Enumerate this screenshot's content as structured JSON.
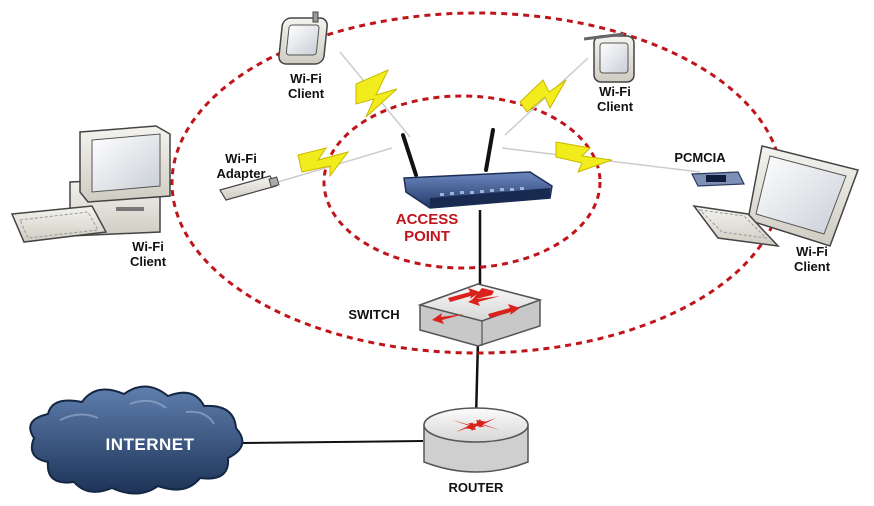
{
  "labels": {
    "phone_left": [
      "Wi-Fi",
      "Client"
    ],
    "phone_right": [
      "Wi-Fi",
      "Client"
    ],
    "desktop_adapter": [
      "Wi-Fi",
      "Adapter"
    ],
    "desktop_client": [
      "Wi-Fi",
      "Client"
    ],
    "access_point": [
      "ACCESS",
      "POINT"
    ],
    "pcmcia": "PCMCIA",
    "laptop_client": [
      "Wi-Fi",
      "Client"
    ],
    "switch": "SWITCH",
    "internet": "INTERNET",
    "router": "ROUTER"
  },
  "colors": {
    "range_ring": "#c0141b",
    "signal_bolt": "#f2ec1c",
    "cloud": "#2f4a72",
    "access_point_body": "#3c5a8e",
    "device_beige": "#e8e6df",
    "arrows": "#d9221c"
  },
  "icons": [
    "phone-icon",
    "desktop-computer-icon",
    "usb-adapter-icon",
    "access-point-icon",
    "pcmcia-card-icon",
    "laptop-icon",
    "switch-icon",
    "router-icon",
    "cloud-icon",
    "lightning-bolt-icon"
  ]
}
